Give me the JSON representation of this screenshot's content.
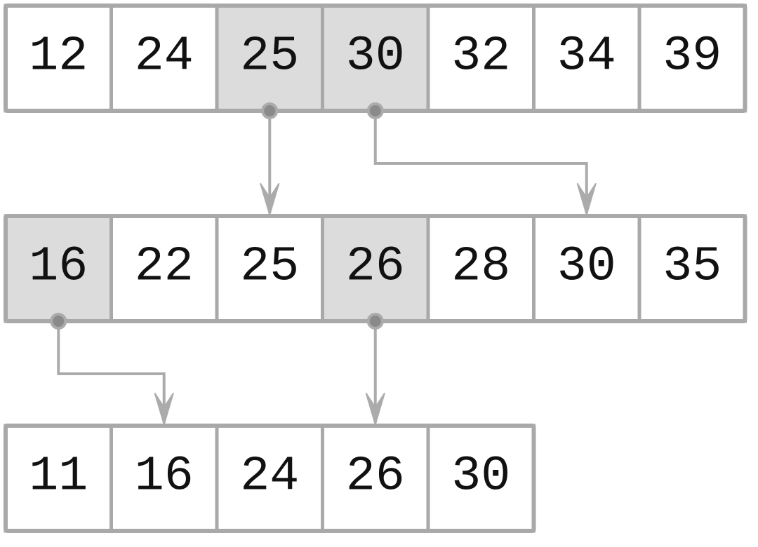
{
  "arrays": [
    {
      "id": "array-1",
      "values": [
        "12",
        "24",
        "25",
        "30",
        "32",
        "34",
        "39"
      ],
      "highlighted": [
        2,
        3
      ]
    },
    {
      "id": "array-2",
      "values": [
        "16",
        "22",
        "25",
        "26",
        "28",
        "30",
        "35"
      ],
      "highlighted": [
        0,
        3
      ]
    },
    {
      "id": "array-3",
      "values": [
        "11",
        "16",
        "24",
        "26",
        "30"
      ],
      "highlighted": []
    }
  ],
  "links": [
    {
      "from": [
        0,
        2
      ],
      "to": [
        1,
        2
      ]
    },
    {
      "from": [
        0,
        3
      ],
      "to": [
        1,
        5
      ]
    },
    {
      "from": [
        1,
        0
      ],
      "to": [
        2,
        1
      ]
    },
    {
      "from": [
        1,
        3
      ],
      "to": [
        2,
        3
      ]
    }
  ],
  "colors": {
    "cell_fill": "#ffffff",
    "highlight_fill": "#dcdcdc",
    "border": "#a9a9a9",
    "arrow": "#ababab",
    "dot": "#8a8a8a",
    "text": "#111111"
  }
}
